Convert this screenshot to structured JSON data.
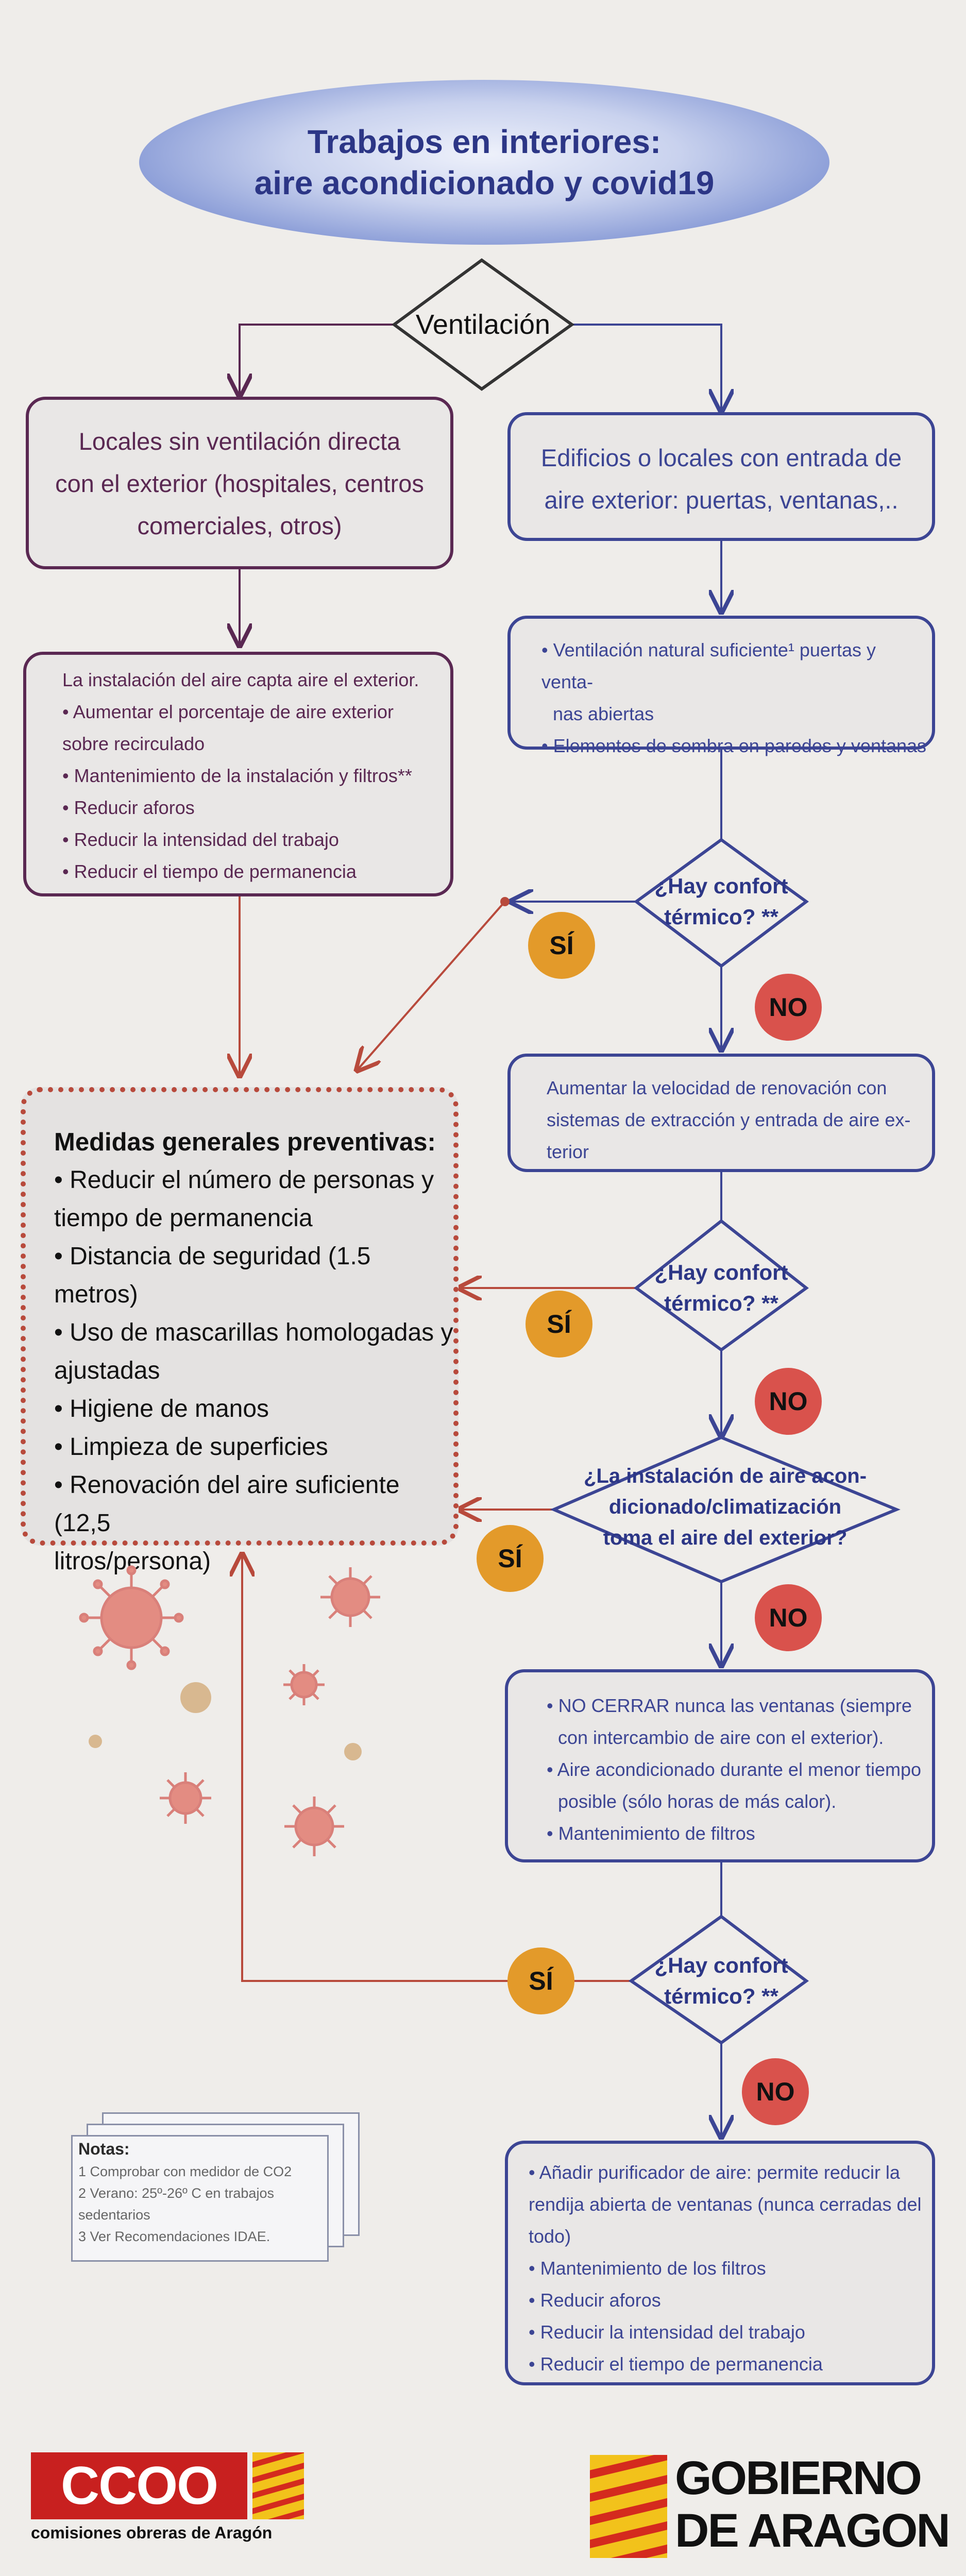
{
  "title": {
    "line1": "Trabajos en interiores:",
    "line2": "aire acondicionado y covid19"
  },
  "ventilacion": "Ventilación",
  "left_box": {
    "heading_lines": [
      "Locales  sin ventilación directa",
      "con el exterior (hospitales, centros",
      "comerciales, otros)"
    ]
  },
  "left_measures": {
    "intro": "La instalación del aire capta aire el exterior.",
    "items": [
      "Aumentar el porcentaje de aire exterior",
      "sobre recirculado",
      "Mantenimiento de la instalación y filtros**",
      "Reducir aforos",
      "Reducir la intensidad del trabajo",
      "Reducir el tiempo de permanencia"
    ]
  },
  "right_box": {
    "heading_lines": [
      "Edificios o locales con entrada de",
      "aire exterior: puertas, ventanas,.."
    ]
  },
  "right_measures": {
    "lines": [
      "Ventilación natural suficiente¹ puertas y venta-",
      "nas abiertas",
      "Elementos de sombra en paredes y ventanas"
    ]
  },
  "decisions": {
    "confort1": [
      "¿Hay confort",
      "térmico? **"
    ],
    "confort2": [
      "¿Hay confort",
      "térmico? **"
    ],
    "instalacion": [
      "¿La instalación de aire acon-",
      "dicionado/climatización",
      "toma el aire del exterior?"
    ],
    "confort3": [
      "¿Hay confort",
      "térmico? **"
    ]
  },
  "badges": {
    "si": "SÍ",
    "no": "NO"
  },
  "aumentar_box": {
    "lines": [
      "Aumentar  la velocidad de renovación con",
      "sistemas  de extracción y entrada de aire  ex-",
      "terior"
    ]
  },
  "medidas": {
    "title": "Medidas generales preventivas:",
    "lines": [
      "• Reducir el número de personas y",
      "tiempo de permanencia",
      "• Distancia de seguridad (1.5 metros)",
      "• Uso de mascarillas homologadas y",
      "ajustadas",
      "• Higiene de manos",
      "• Limpieza de superficies",
      "• Renovación del aire suficiente (12,5",
      "litros/persona)"
    ]
  },
  "nocerrar_box": {
    "lines": [
      "• NO CERRAR nunca las ventanas (siempre",
      "con intercambio de aire con el exterior).",
      "• Aire acondicionado durante el menor tiempo",
      "posible (sólo horas de más calor).",
      "• Mantenimiento de filtros"
    ]
  },
  "purificador_box": {
    "lines": [
      "• Añadir purificador de aire: permite reducir la",
      "rendija abierta de ventanas (nunca cerradas del",
      "todo)",
      "• Mantenimiento de los filtros",
      "• Reducir aforos",
      "• Reducir la intensidad del trabajo",
      "• Reducir el tiempo de permanencia"
    ]
  },
  "notes": {
    "title": "Notas:",
    "items": [
      "1 Comprobar con medidor de CO2",
      "2 Verano: 25º-26º C en trabajos sedentarios",
      "3 Ver  Recomendaciones IDAE."
    ]
  },
  "footer": {
    "ccoo_logo": "CCOO",
    "ccoo_subtitle": "comisiones obreras de Aragón",
    "gobierno_line1": "GOBIERNO",
    "gobierno_line2": "DE ARAGON"
  },
  "colors": {
    "purple": "#5a2852",
    "blue": "#3c4594",
    "red": "#b84a3c",
    "si": "#e39a2a",
    "no": "#d9524c",
    "background": "#efedea"
  }
}
